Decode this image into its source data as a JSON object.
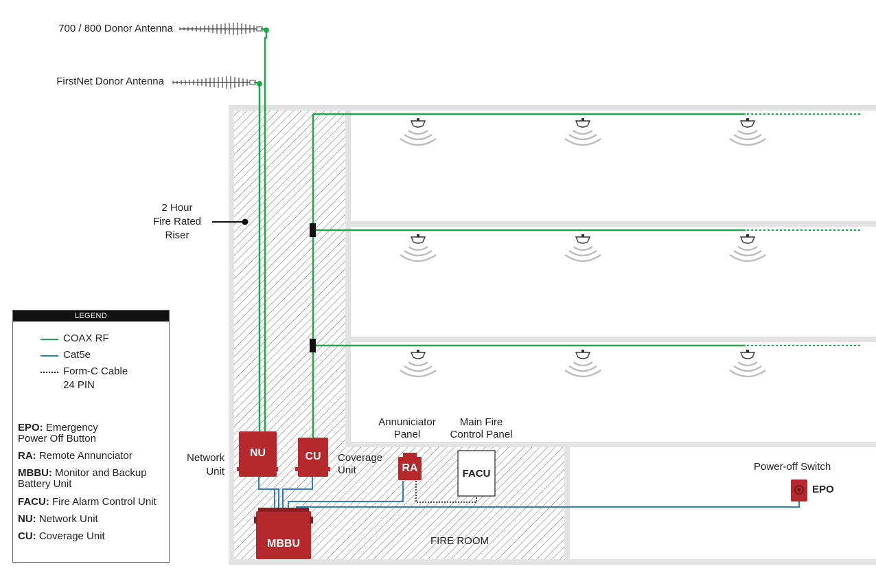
{
  "antennas": {
    "donor_700_800": "700 / 800 Donor Antenna",
    "firstnet": "FirstNet Donor  Antenna"
  },
  "riser_label": [
    "2 Hour",
    "Fire Rated",
    "Riser"
  ],
  "units": {
    "nu": "NU",
    "cu": "CU",
    "mbbu": "MBBU",
    "ra": "RA",
    "facu": "FACU",
    "epo": "EPO"
  },
  "labels": {
    "network_unit": [
      "Network",
      "Unit"
    ],
    "coverage_unit": [
      "Coverage",
      "Unit"
    ],
    "annunciator_panel": [
      "Annuniciator",
      "Panel"
    ],
    "main_fire_panel": [
      "Main Fire",
      "Control Panel"
    ],
    "power_off_switch": "Power-off Switch",
    "fire_room": "FIRE ROOM"
  },
  "legend": {
    "title": "LEGEND",
    "lines": [
      {
        "label": "COAX RF",
        "color": "#1ea84a",
        "style": "solid"
      },
      {
        "label": "Cat5e",
        "color": "#2d7fc1",
        "style": "solid"
      },
      {
        "label": "Form-C Cable",
        "label2": "24 PIN",
        "color": "#222222",
        "style": "dotted"
      }
    ],
    "abbreviations": [
      {
        "key": "EPO:",
        "text": " Emergency",
        "text2": "Power Off Button"
      },
      {
        "key": "RA:",
        "text": " Remote Annunciator"
      },
      {
        "key": "MBBU:",
        "text": " Monitor and Backup",
        "text2": "Battery Unit"
      },
      {
        "key": "FACU:",
        "text": " Fire Alarm Control Unit"
      },
      {
        "key": "NU:",
        "text": " Network Unit"
      },
      {
        "key": "CU:",
        "text": " Coverage Unit"
      }
    ]
  },
  "colors": {
    "coax": "#1ea84a",
    "cat5e": "#2d7fc1",
    "unit_red": "#b5282b",
    "wall_gray": "#e3e3e3"
  }
}
